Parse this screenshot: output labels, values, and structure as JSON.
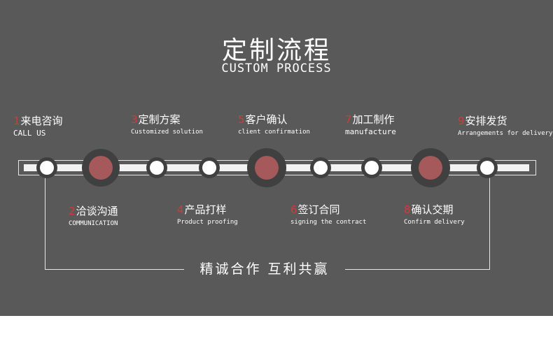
{
  "title_cn": "定制流程",
  "title_en": "CUSTOM PROCESS",
  "steps": [
    {
      "num": "1",
      "cn": "来电咨询",
      "en": "CALL US"
    },
    {
      "num": "2",
      "cn": "洽谈沟通",
      "en": "COMMUNICATION"
    },
    {
      "num": "3",
      "cn": "定制方案",
      "en": "Customized solution"
    },
    {
      "num": "4",
      "cn": "产品打样",
      "en": "Product proofing"
    },
    {
      "num": "5",
      "cn": "客户确认",
      "en": "client confirmation"
    },
    {
      "num": "6",
      "cn": "签订合同",
      "en": "signing the contract"
    },
    {
      "num": "7",
      "cn": "加工制作",
      "en": "manufacture"
    },
    {
      "num": "8",
      "cn": "确认交期",
      "en": "Confirm delivery"
    },
    {
      "num": "9",
      "cn": "安排发货",
      "en": "Arrangements for delivery"
    }
  ],
  "slogan": "精诚合作 互利共赢",
  "colors": {
    "background": "#595959",
    "accent_number": "#d23a3a",
    "node_fill": "#a6595a",
    "node_ring": "#404040",
    "track": "#f2f2f2",
    "text": "#ffffff"
  }
}
